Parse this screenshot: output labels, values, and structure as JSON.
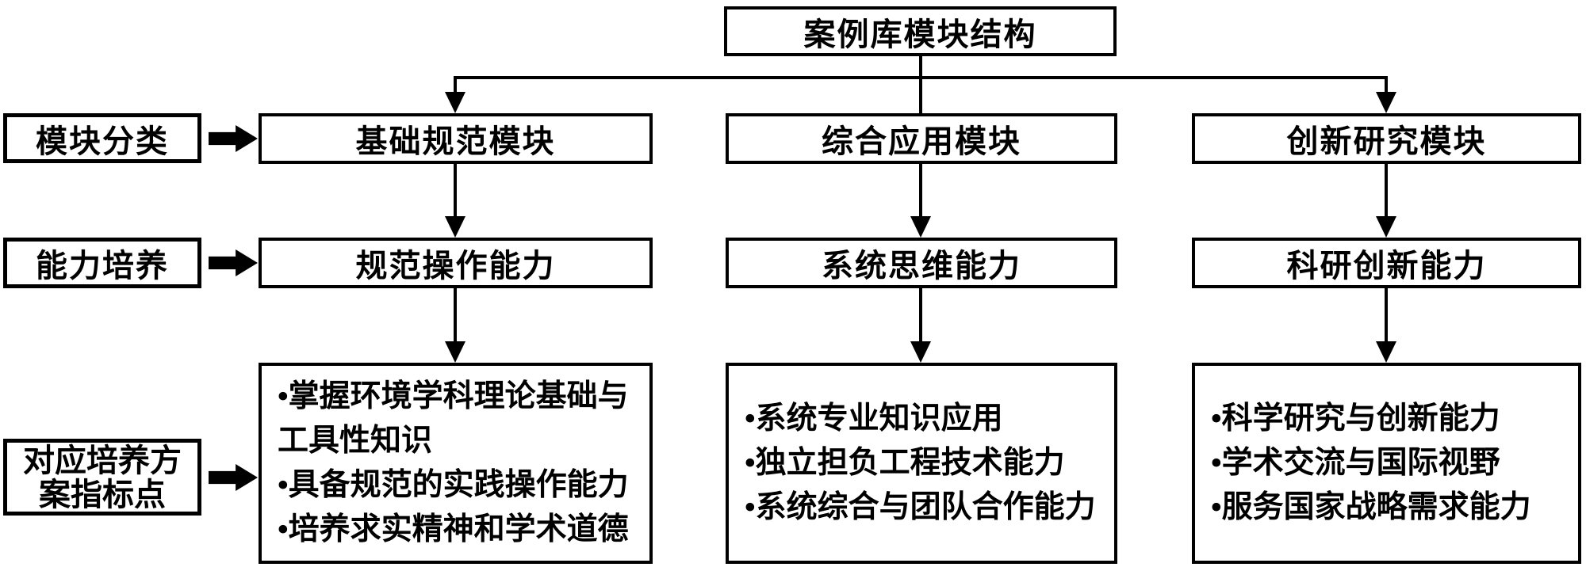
{
  "diagram": {
    "title": "案例库模块结构",
    "side_labels": {
      "module_category": "模块分类",
      "ability_training": "能力培养",
      "indicator_line1": "对应培养方",
      "indicator_line2": "案指标点"
    },
    "columns": [
      {
        "module": "基础规范模块",
        "ability": "规范操作能力",
        "indicators": [
          "•掌握环境学科理论基础与工具性知识",
          "•具备规范的实践操作能力",
          "•培养求实精神和学术道德"
        ]
      },
      {
        "module": "综合应用模块",
        "ability": "系统思维能力",
        "indicators": [
          "•系统专业知识应用",
          "•独立担负工程技术能力",
          "•系统综合与团队合作能力"
        ]
      },
      {
        "module": "创新研究模块",
        "ability": "科研创新能力",
        "indicators": [
          "•科学研究与创新能力",
          "•学术交流与国际视野",
          "•服务国家战略需求能力"
        ]
      }
    ],
    "colors": {
      "line": "#000000",
      "background": "#ffffff",
      "text": "#000000"
    }
  }
}
